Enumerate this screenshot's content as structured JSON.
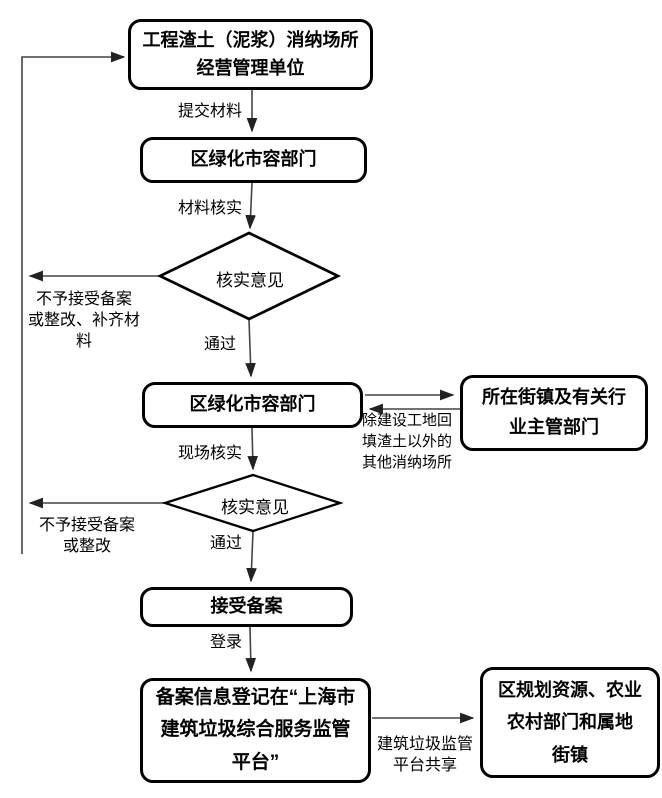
{
  "nodes": {
    "operator": "工程渣土（泥浆）消纳场所\n经营管理单位",
    "dept1": "区绿化市容部门",
    "decision1": "核实意见",
    "dept2": "区绿化市容部门",
    "street": "所在街镇及有关行\n业主管部门",
    "decision2": "核实意见",
    "accept": "接受备案",
    "platform": "备案信息登记在“上海市\n建筑垃圾综合服务监管\n平台”",
    "final": "区规划资源、农业\n农村部门和属地\n街镇"
  },
  "edges": {
    "submit": "提交材料",
    "material_check": "材料核实",
    "reject1": "不予接受备案\n或整改、补齐材\n料",
    "pass1": "通过",
    "side_note": "除建设工地回\n填渣土以外的\n其他消纳场所",
    "site_check": "现场核实",
    "reject2": "不予接受备案\n或整改",
    "pass2": "通过",
    "login": "登录",
    "share": "建筑垃圾监管\n平台共享"
  },
  "colors": {
    "background": "#ffffff",
    "box_border": "#000000",
    "line": "#444444",
    "text": "#000000"
  }
}
